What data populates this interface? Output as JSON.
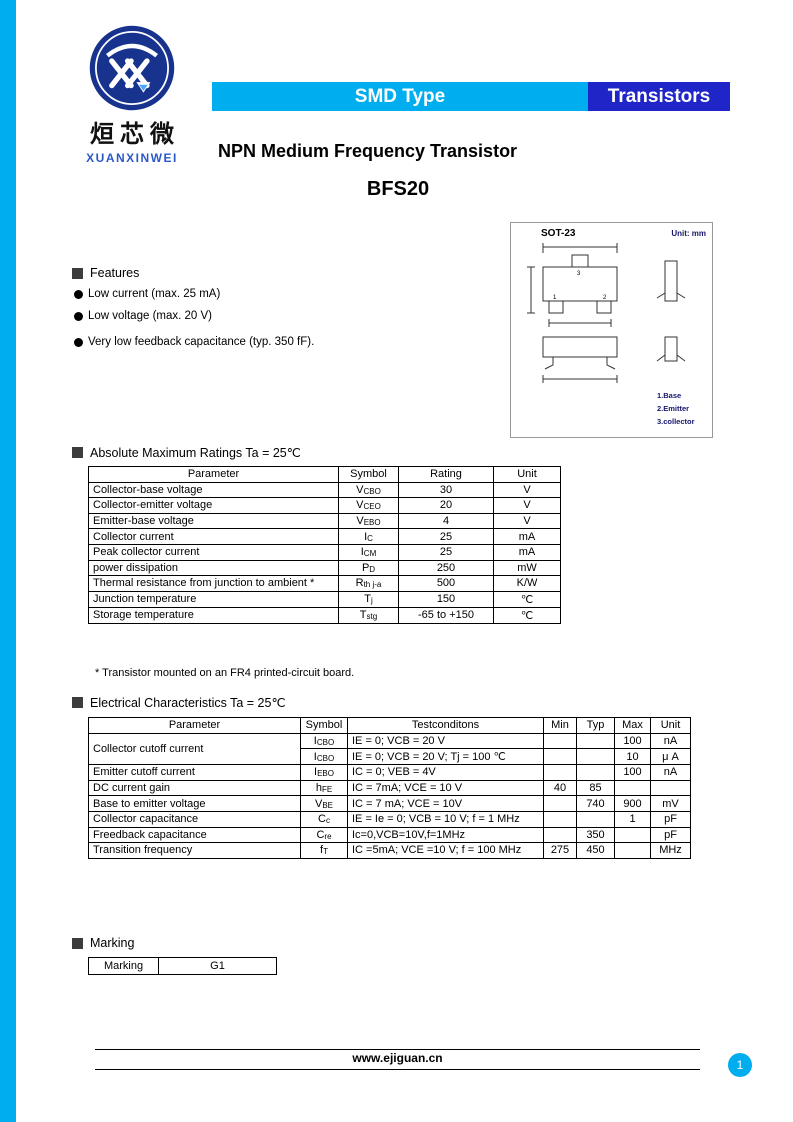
{
  "colors": {
    "cyan": "#00aeef",
    "blue": "#2025c8",
    "navy": "#17338e",
    "brandblue": "#2b58c8",
    "pinnavy": "#16166e"
  },
  "brand": {
    "chinese_name": "烜芯微",
    "english_name": "XUANXINWEI"
  },
  "header": {
    "left": "SMD Type",
    "right": "Transistors"
  },
  "title": "NPN Medium Frequency Transistor",
  "part_number": "BFS20",
  "features": {
    "heading": "Features",
    "items": [
      "Low current (max. 25 mA)",
      "Low voltage (max. 20 V)",
      "Very low feedback capacitance (typ. 350 fF)."
    ]
  },
  "figure": {
    "name": "SOT-23",
    "unit": "Unit: mm",
    "pin1": "1.Base",
    "pin2": "2.Emitter",
    "pin3": "3.collector",
    "n1": "1",
    "n2": "2",
    "n3": "3"
  },
  "abs_max": {
    "heading": "Absolute Maximum Ratings Ta = 25℃",
    "headers": [
      "Parameter",
      "Symbol",
      "Rating",
      "Unit"
    ],
    "rows": [
      {
        "parameter": "Collector-base voltage",
        "sym_m": "V",
        "sym_s": "CBO",
        "rating": "30",
        "unit": "V"
      },
      {
        "parameter": "Collector-emitter voltage",
        "sym_m": "V",
        "sym_s": "CEO",
        "rating": "20",
        "unit": "V"
      },
      {
        "parameter": "Emitter-base voltage",
        "sym_m": "V",
        "sym_s": "EBO",
        "rating": "4",
        "unit": "V"
      },
      {
        "parameter": "Collector current",
        "sym_m": "I",
        "sym_s": "C",
        "rating": "25",
        "unit": "mA"
      },
      {
        "parameter": "Peak collector current",
        "sym_m": "I",
        "sym_s": "CM",
        "rating": "25",
        "unit": "mA"
      },
      {
        "parameter": "power dissipation",
        "sym_m": "P",
        "sym_s": "D",
        "rating": "250",
        "unit": "mW"
      },
      {
        "parameter": "Thermal resistance from junction to ambient *",
        "sym_m": "R",
        "sym_s": "th j-a",
        "rating": "500",
        "unit": "K/W"
      },
      {
        "parameter": "Junction temperature",
        "sym_m": "T",
        "sym_s": "j",
        "rating": "150",
        "unit": "℃"
      },
      {
        "parameter": "Storage temperature",
        "sym_m": "T",
        "sym_s": "stg",
        "rating": "-65 to +150",
        "unit": "℃"
      }
    ],
    "footnote": "* Transistor mounted on an FR4 printed-circuit board."
  },
  "electrical": {
    "heading": "Electrical Characteristics Ta = 25℃",
    "headers": [
      "Parameter",
      "Symbol",
      "Testconditons",
      "Min",
      "Typ",
      "Max",
      "Unit"
    ],
    "rows": [
      {
        "parameter": "Collector cutoff current",
        "sym_m": "I",
        "sym_s": "CBO",
        "cond": "IE = 0; VCB = 20 V",
        "min": "",
        "typ": "",
        "max": "100",
        "unit": "nA"
      },
      {
        "parameter": "",
        "sym_m": "I",
        "sym_s": "CBO",
        "cond": "IE = 0; VCB = 20 V; Tj = 100 ℃",
        "min": "",
        "typ": "",
        "max": "10",
        "unit": "μ A"
      },
      {
        "parameter": "Emitter cutoff current",
        "sym_m": "I",
        "sym_s": "EBO",
        "cond": "IC = 0; VEB = 4V",
        "min": "",
        "typ": "",
        "max": "100",
        "unit": "nA"
      },
      {
        "parameter": "DC current gain",
        "sym_m": "h",
        "sym_s": "FE",
        "cond": "IC = 7mA; VCE = 10 V",
        "min": "40",
        "typ": "85",
        "max": "",
        "unit": ""
      },
      {
        "parameter": "Base to emitter voltage",
        "sym_m": "V",
        "sym_s": "BE",
        "cond": "IC = 7 mA; VCE = 10V",
        "min": "",
        "typ": "740",
        "max": "900",
        "unit": "mV"
      },
      {
        "parameter": "Collector capacitance",
        "sym_m": "C",
        "sym_s": "c",
        "cond": "IE = Ie = 0; VCB = 10 V; f = 1 MHz",
        "min": "",
        "typ": "",
        "max": "1",
        "unit": "pF"
      },
      {
        "parameter": "Freedback capacitance",
        "sym_m": "C",
        "sym_s": "re",
        "cond": "Ic=0,VCB=10V,f=1MHz",
        "min": "",
        "typ": "350",
        "max": "",
        "unit": "pF"
      },
      {
        "parameter": "Transition frequency",
        "sym_m": "f",
        "sym_s": "T",
        "cond": "IC =5mA; VCE =10 V; f = 100 MHz",
        "min": "275",
        "typ": "450",
        "max": "",
        "unit": "MHz"
      }
    ]
  },
  "marking": {
    "heading": "Marking",
    "label": "Marking",
    "value": "G1"
  },
  "footer": {
    "url": "www.ejiguan.cn",
    "page_number": "1"
  }
}
